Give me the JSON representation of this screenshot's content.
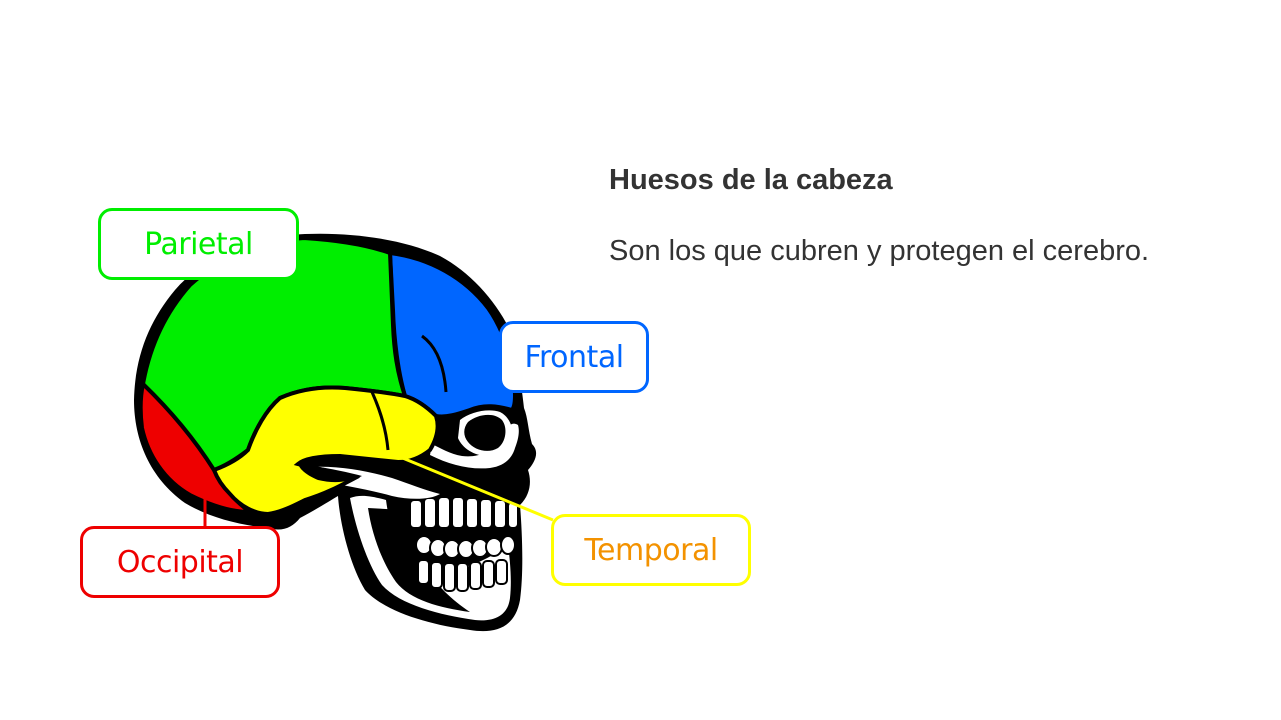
{
  "title": "Huesos de la cabeza",
  "description": "Son los que cubren y protegen el cerebro.",
  "labels": {
    "parietal": "Parietal",
    "frontal": "Frontal",
    "temporal": "Temporal",
    "occipital": "Occipital"
  },
  "colors": {
    "parietal": "#00ee00",
    "frontal": "#0066ff",
    "temporal": "#ffff00",
    "occipital": "#ee0000",
    "temporal_label_text": "#f39200",
    "text": "#333333",
    "outline": "#000000"
  }
}
